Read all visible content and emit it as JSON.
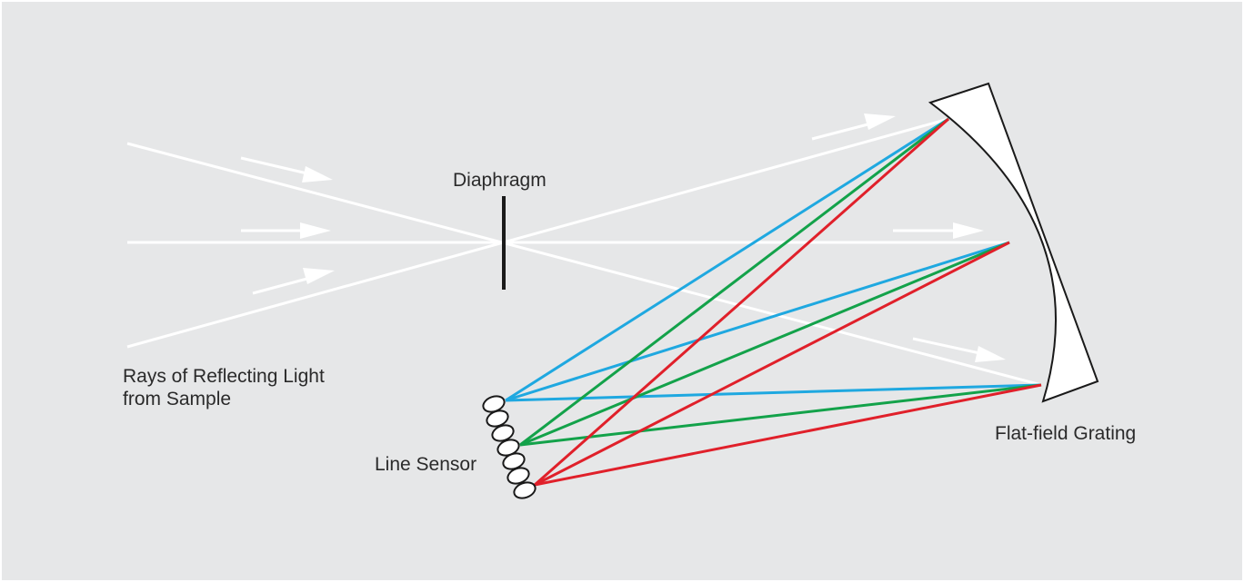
{
  "labels": {
    "diaphragm": "Diaphragm",
    "rays_line1": "Rays of Reflecting Light",
    "rays_line2": "from Sample",
    "line_sensor": "Line Sensor",
    "grating": "Flat-field Grating"
  },
  "colors": {
    "background": "#e6e7e8",
    "ray": "#ffffff",
    "diaphragm": "#1a1a1a",
    "grating_fill": "#ffffff",
    "grating_stroke": "#1a1a1a",
    "sensor_stroke": "#1a1a1a",
    "blue": "#1fa8e0",
    "green": "#13a24a",
    "red": "#e0202a",
    "text": "#2a2a2a"
  }
}
